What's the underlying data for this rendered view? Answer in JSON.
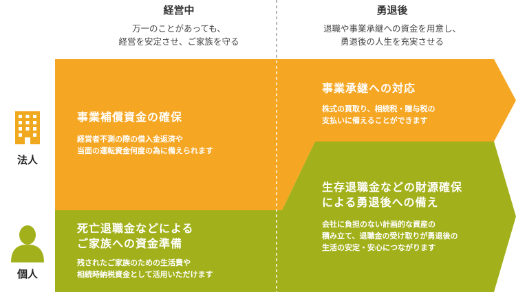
{
  "columns": {
    "left": {
      "title": "経営中",
      "subtitle": [
        "万一のことがあっても、",
        "経営を安定させ、ご家族を守る"
      ]
    },
    "right": {
      "title": "勇退後",
      "subtitle": [
        "退職や事業承継への資金を用意し、",
        "勇退後の人生を充実させる"
      ]
    }
  },
  "rows": {
    "corporate": {
      "label": "法人",
      "icon": "building-icon"
    },
    "individual": {
      "label": "個人",
      "icon": "person-icon"
    }
  },
  "blocks": {
    "business_compensation": {
      "title": "事業補償資金の確保",
      "body": [
        "経営者不測の際の借入金返済や",
        "当面の運転資金何度の為に備えられます"
      ]
    },
    "succession": {
      "title": "事業承継への対応",
      "body": [
        "株式の買取り、相続税・贈与税の",
        "支払いに備えることができます"
      ]
    },
    "death_retirement": {
      "title": [
        "死亡退職金などによる",
        "ご家族への資金準備"
      ],
      "body": [
        "残されたご家族のための生活費や",
        "相続時納税資金として活用いただけます"
      ]
    },
    "living_retirement": {
      "title": [
        "生存退職金などの財源確保",
        "による勇退後への備え"
      ],
      "body": [
        "会社に負担のない計画的な資産の",
        "積み立て、退職金の受け取りが勇退後の",
        "生活の安定・安心につながります"
      ]
    }
  },
  "colors": {
    "orange": "#F5A623",
    "green": "#A2B11B",
    "icon": "#F0A91E",
    "divider": "#9a9a9a"
  }
}
